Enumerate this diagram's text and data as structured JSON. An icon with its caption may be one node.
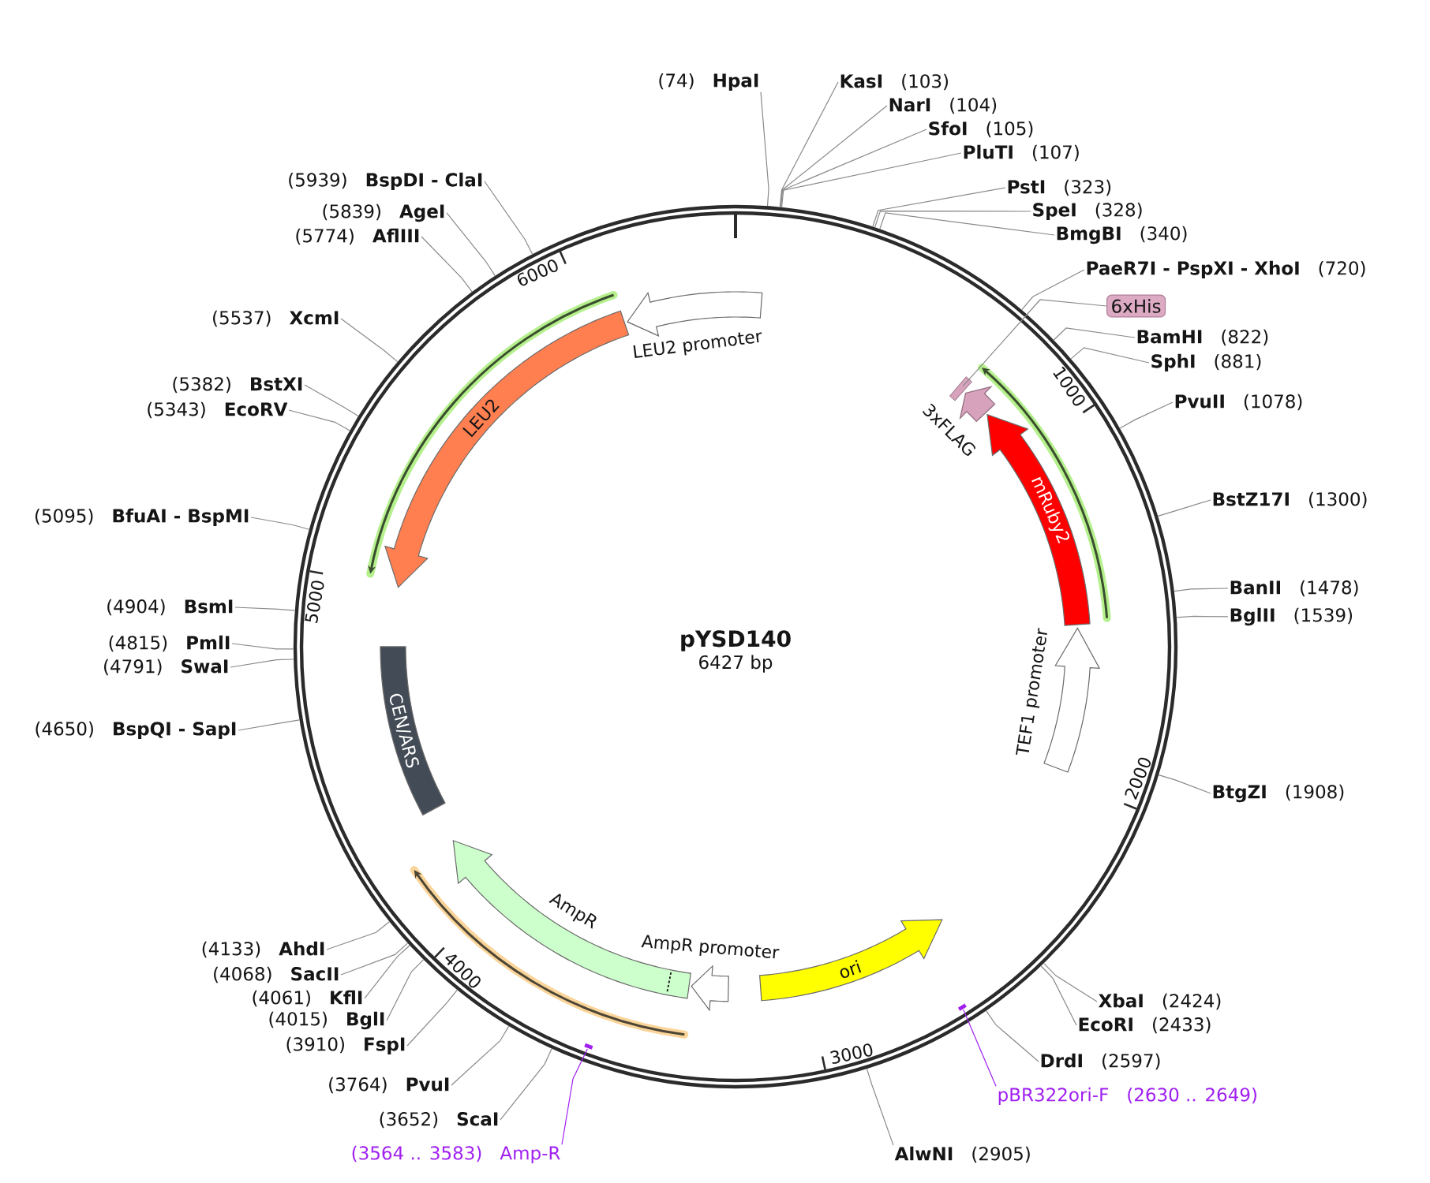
{
  "diagram": {
    "nodes": [
      {
        "text": [
          "pYSD140",
          "6427 bp"
        ]
      },
      {
        "text": [],
        "shape": "bar",
        "in": 0
      },
      {
        "text": [
          "3xFLAG"
        ],
        "in": 0
      },
      {
        "text": [
          "mRuby2"
        ],
        "in": 0
      },
      {
        "text": [
          "TEF1 promoter"
        ],
        "in": 0
      },
      {
        "text": [
          "ori"
        ],
        "in": 0
      },
      {
        "text": [
          "AmpR promoter"
        ],
        "in": 0
      },
      {
        "text": [
          "AmpR"
        ],
        "in": 0
      },
      {
        "text": [
          "CEN/ARS"
        ],
        "in": 0
      },
      {
        "text": [
          "LEU2"
        ],
        "in": 0
      },
      {
        "text": [
          "LEU2 promoter"
        ],
        "in": 0
      },
      {
        "text": [
          "(74)",
          "HpaI"
        ]
      },
      {
        "text": [
          "KasI",
          "(103)"
        ]
      },
      {
        "text": [
          "NarI",
          "(104)"
        ]
      },
      {
        "text": [
          "SfoI",
          "(105)"
        ]
      },
      {
        "text": [
          "PluTI",
          "(107)"
        ]
      },
      {
        "text": [
          "PstI",
          "(323)"
        ]
      },
      {
        "text": [
          "SpeI",
          "(328)"
        ]
      },
      {
        "text": [
          "BmgBI",
          "(340)"
        ]
      },
      {
        "text": [
          "PaeR7I - PspXI - XhoI",
          "(720)"
        ]
      },
      {
        "text": [
          "6xHis"
        ]
      },
      {
        "text": [
          "BamHI",
          "(822)"
        ]
      },
      {
        "text": [
          "SphI",
          "(881)"
        ]
      },
      {
        "text": [
          "PvuII",
          "(1078)"
        ]
      },
      {
        "text": [
          "BstZ17I",
          "(1300)"
        ]
      },
      {
        "text": [
          "BanII",
          "(1478)"
        ]
      },
      {
        "text": [
          "BglII",
          "(1539)"
        ]
      },
      {
        "text": [
          "BtgZI",
          "(1908)"
        ]
      },
      {
        "text": [
          "XbaI",
          "(2424)"
        ]
      },
      {
        "text": [
          "EcoRI",
          "(2433)"
        ]
      },
      {
        "text": [
          "DrdI",
          "(2597)"
        ]
      },
      {
        "text": [
          "pBR322ori-F",
          "(2630 .. 2649)"
        ]
      },
      {
        "text": [],
        "shape": "bar",
        "in": 0
      },
      {
        "text": [
          "AlwNI",
          "(2905)"
        ]
      },
      {
        "text": [],
        "shape": "bar",
        "in": 0
      },
      {
        "text": [
          "(3564 .. 3583)",
          "Amp-R"
        ]
      },
      {
        "text": [
          "(3652)",
          "ScaI"
        ]
      },
      {
        "text": [
          "(3764)",
          "PvuI"
        ]
      },
      {
        "text": [
          "(3910)",
          "FspI"
        ]
      },
      {
        "text": [
          "(4015)",
          "BglI"
        ]
      },
      {
        "text": [
          "(4061)",
          "KflI"
        ]
      },
      {
        "text": [
          "(4068)",
          "SacII"
        ]
      },
      {
        "text": [
          "(4133)",
          "AhdI"
        ]
      },
      {
        "text": [
          "(4650)",
          "BspQI - SapI"
        ]
      },
      {
        "text": [
          "(4791)",
          "SwaI"
        ]
      },
      {
        "text": [
          "(4815)",
          "PmlI"
        ]
      },
      {
        "text": [
          "(4904)",
          "BsmI"
        ]
      },
      {
        "text": [
          "(5095)",
          "BfuAI - BspMI"
        ]
      },
      {
        "text": [
          "(5343)",
          "EcoRV"
        ]
      },
      {
        "text": [
          "(5382)",
          "BstXI"
        ]
      },
      {
        "text": [
          "(5537)",
          "XcmI"
        ]
      },
      {
        "text": [
          "(5774)",
          "AflIII"
        ]
      },
      {
        "text": [
          "(5839)",
          "AgeI"
        ]
      },
      {
        "text": [
          "(5939)",
          "BspDI - ClaI"
        ]
      }
    ],
    "edges": [
      {
        "from": 11,
        "to": 0,
        "arrow": "none"
      },
      {
        "from": 12,
        "to": 0,
        "arrow": "none"
      },
      {
        "from": 13,
        "to": 0,
        "arrow": "none"
      },
      {
        "from": 14,
        "to": 0,
        "arrow": "none"
      },
      {
        "from": 15,
        "to": 0,
        "arrow": "none"
      },
      {
        "from": 16,
        "to": 0,
        "arrow": "none"
      },
      {
        "from": 17,
        "to": 0,
        "arrow": "none"
      },
      {
        "from": 18,
        "to": 0,
        "arrow": "none"
      },
      {
        "from": 19,
        "to": 0,
        "arrow": "none"
      },
      {
        "from": 20,
        "to": 1,
        "arrow": "none"
      },
      {
        "from": 21,
        "to": 0,
        "arrow": "none"
      },
      {
        "from": 22,
        "to": 0,
        "arrow": "none"
      },
      {
        "from": 23,
        "to": 0,
        "arrow": "none"
      },
      {
        "from": 24,
        "to": 0,
        "arrow": "none"
      },
      {
        "from": 25,
        "to": 0,
        "arrow": "none"
      },
      {
        "from": 26,
        "to": 0,
        "arrow": "none"
      },
      {
        "from": 27,
        "to": 0,
        "arrow": "none"
      },
      {
        "from": 28,
        "to": 0,
        "arrow": "none"
      },
      {
        "from": 29,
        "to": 0,
        "arrow": "none"
      },
      {
        "from": 30,
        "to": 0,
        "arrow": "none"
      },
      {
        "from": 31,
        "to": 32,
        "arrow": "none",
        "color": "#a020f0"
      },
      {
        "from": 33,
        "to": 0,
        "arrow": "none"
      },
      {
        "from": 35,
        "to": 34,
        "arrow": "none",
        "color": "#a020f0"
      },
      {
        "from": 36,
        "to": 0,
        "arrow": "none"
      },
      {
        "from": 37,
        "to": 0,
        "arrow": "none"
      },
      {
        "from": 38,
        "to": 0,
        "arrow": "none"
      },
      {
        "from": 39,
        "to": 0,
        "arrow": "none"
      },
      {
        "from": 40,
        "to": 0,
        "arrow": "none"
      },
      {
        "from": 41,
        "to": 0,
        "arrow": "none"
      },
      {
        "from": 42,
        "to": 0,
        "arrow": "none"
      },
      {
        "from": 43,
        "to": 0,
        "arrow": "none"
      },
      {
        "from": 44,
        "to": 0,
        "arrow": "none"
      },
      {
        "from": 45,
        "to": 0,
        "arrow": "none"
      },
      {
        "from": 46,
        "to": 0,
        "arrow": "none"
      },
      {
        "from": 47,
        "to": 0,
        "arrow": "none"
      },
      {
        "from": 48,
        "to": 0,
        "arrow": "none"
      },
      {
        "from": 49,
        "to": 0,
        "arrow": "none"
      },
      {
        "from": 50,
        "to": 0,
        "arrow": "none"
      },
      {
        "from": 51,
        "to": 0,
        "arrow": "none"
      },
      {
        "from": 52,
        "to": 0,
        "arrow": "none"
      },
      {
        "from": 53,
        "to": 0,
        "arrow": "none"
      }
    ],
    "labels": [
      "1000",
      "2000",
      "3000",
      "4000",
      "5000",
      "6000"
    ]
  }
}
